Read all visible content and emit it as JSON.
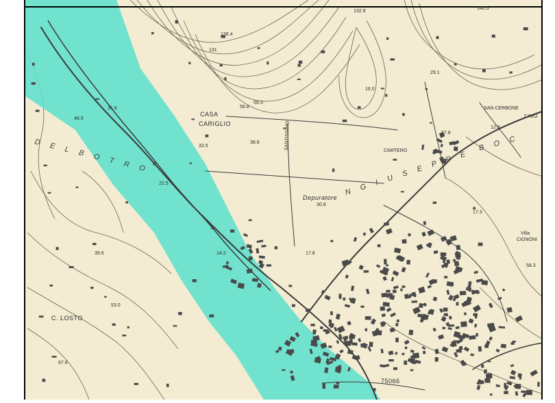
{
  "map": {
    "colors": {
      "background": "#f3ecd2",
      "flood_zone": "#5fe0cc",
      "border": "#000000",
      "contour": "#6a6250",
      "road": "#3a3a3a",
      "building": "#4a4a4a"
    },
    "place_labels": {
      "casa": "CASA",
      "cariglio": "CARIGLIO",
      "santissimo": "SANTISSIMO",
      "cimitero": "CIMITERO",
      "depuratore": "Depuratore",
      "san_cerbone": "SAN CERBONE",
      "cavo": "CAVO",
      "villa": "Villa",
      "cignoni": "CIGNONI",
      "losto": "C. LOSTO",
      "code": "75066"
    },
    "area_labels": {
      "botro": "D E L   B O T R O",
      "giuseppe": "N   G I U S E P P E",
      "boc": "B   O   C"
    },
    "spot_heights": {
      "h1": "136.4",
      "h2": "132.9",
      "h3": "142.5",
      "h4": "131",
      "h5": "59.3",
      "h6": "56.8",
      "h7": "31.6",
      "h8": "48.9",
      "h9": "32.5",
      "h10": "38.8",
      "h11": "22.5",
      "h12": "30.8",
      "h13": "17.8",
      "h14": "39.6",
      "h15": "53.0",
      "h16": "67.6",
      "h17": "29.1",
      "h18": "27.8",
      "h19": "12.9",
      "h20": "17.3",
      "h21": "58.3",
      "h22": "14.2",
      "h23": "16.0"
    }
  }
}
